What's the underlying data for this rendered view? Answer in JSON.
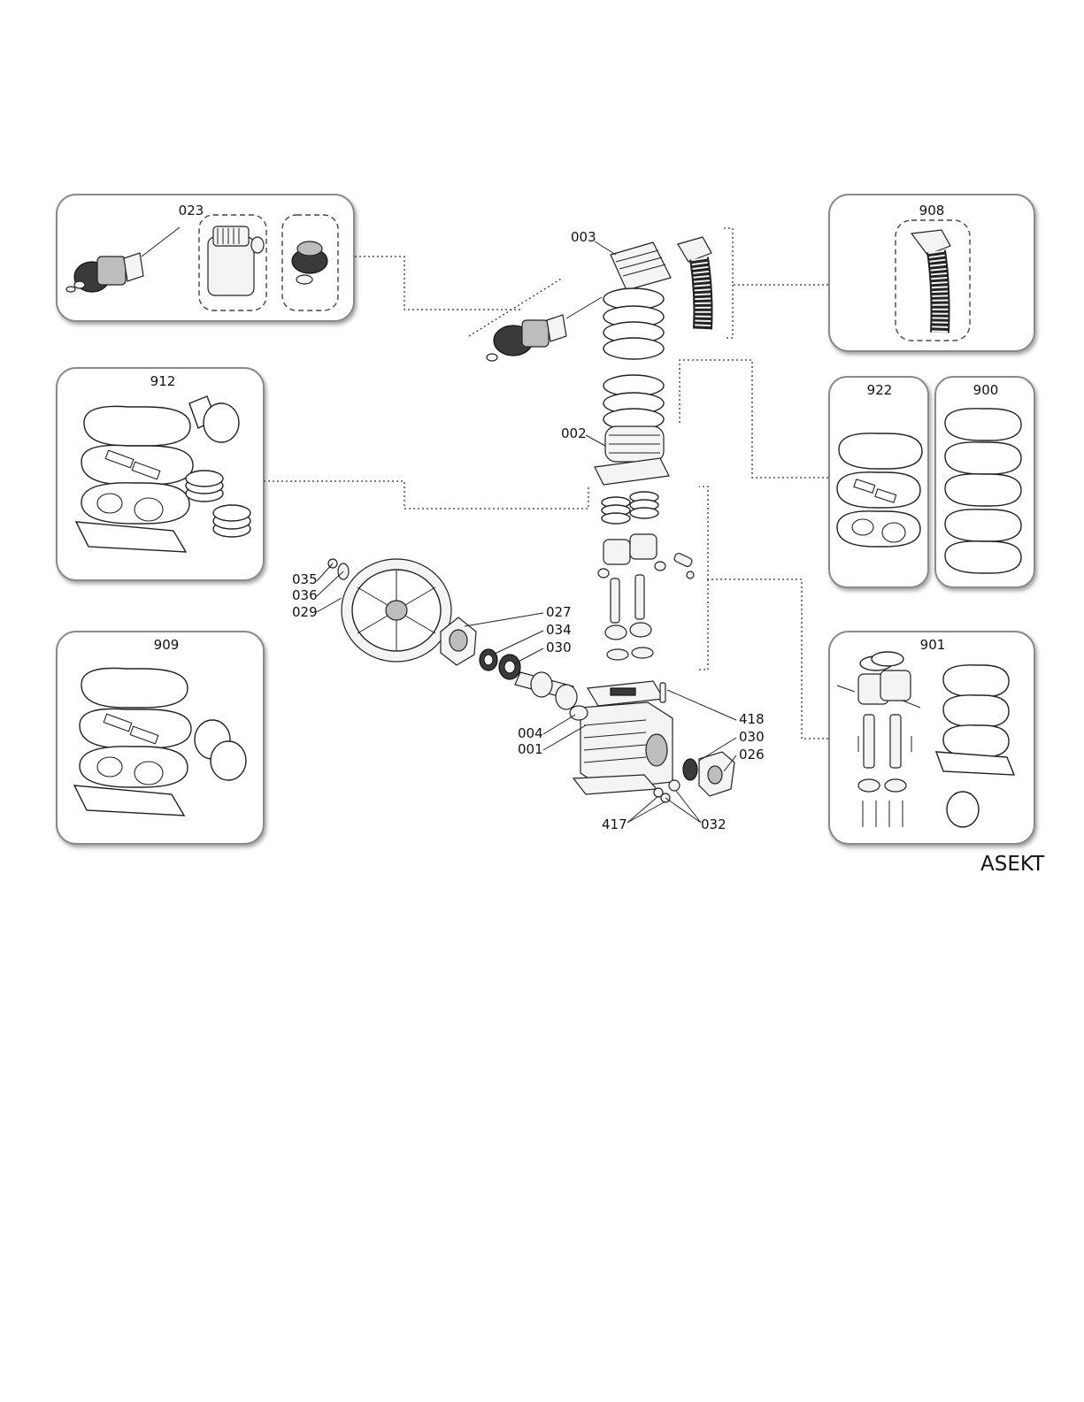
{
  "kits": {
    "k023": "023",
    "k912": "912",
    "k909": "909",
    "k908": "908",
    "k922": "922",
    "k900": "900",
    "k901": "901"
  },
  "callouts": {
    "c003": "003",
    "c002": "002",
    "c035": "035",
    "c036": "036",
    "c029": "029",
    "c027": "027",
    "c034": "034",
    "c030a": "030",
    "c004": "004",
    "c001": "001",
    "c418": "418",
    "c030b": "030",
    "c026": "026",
    "c417": "417",
    "c032": "032"
  },
  "brand": "ASEKT"
}
